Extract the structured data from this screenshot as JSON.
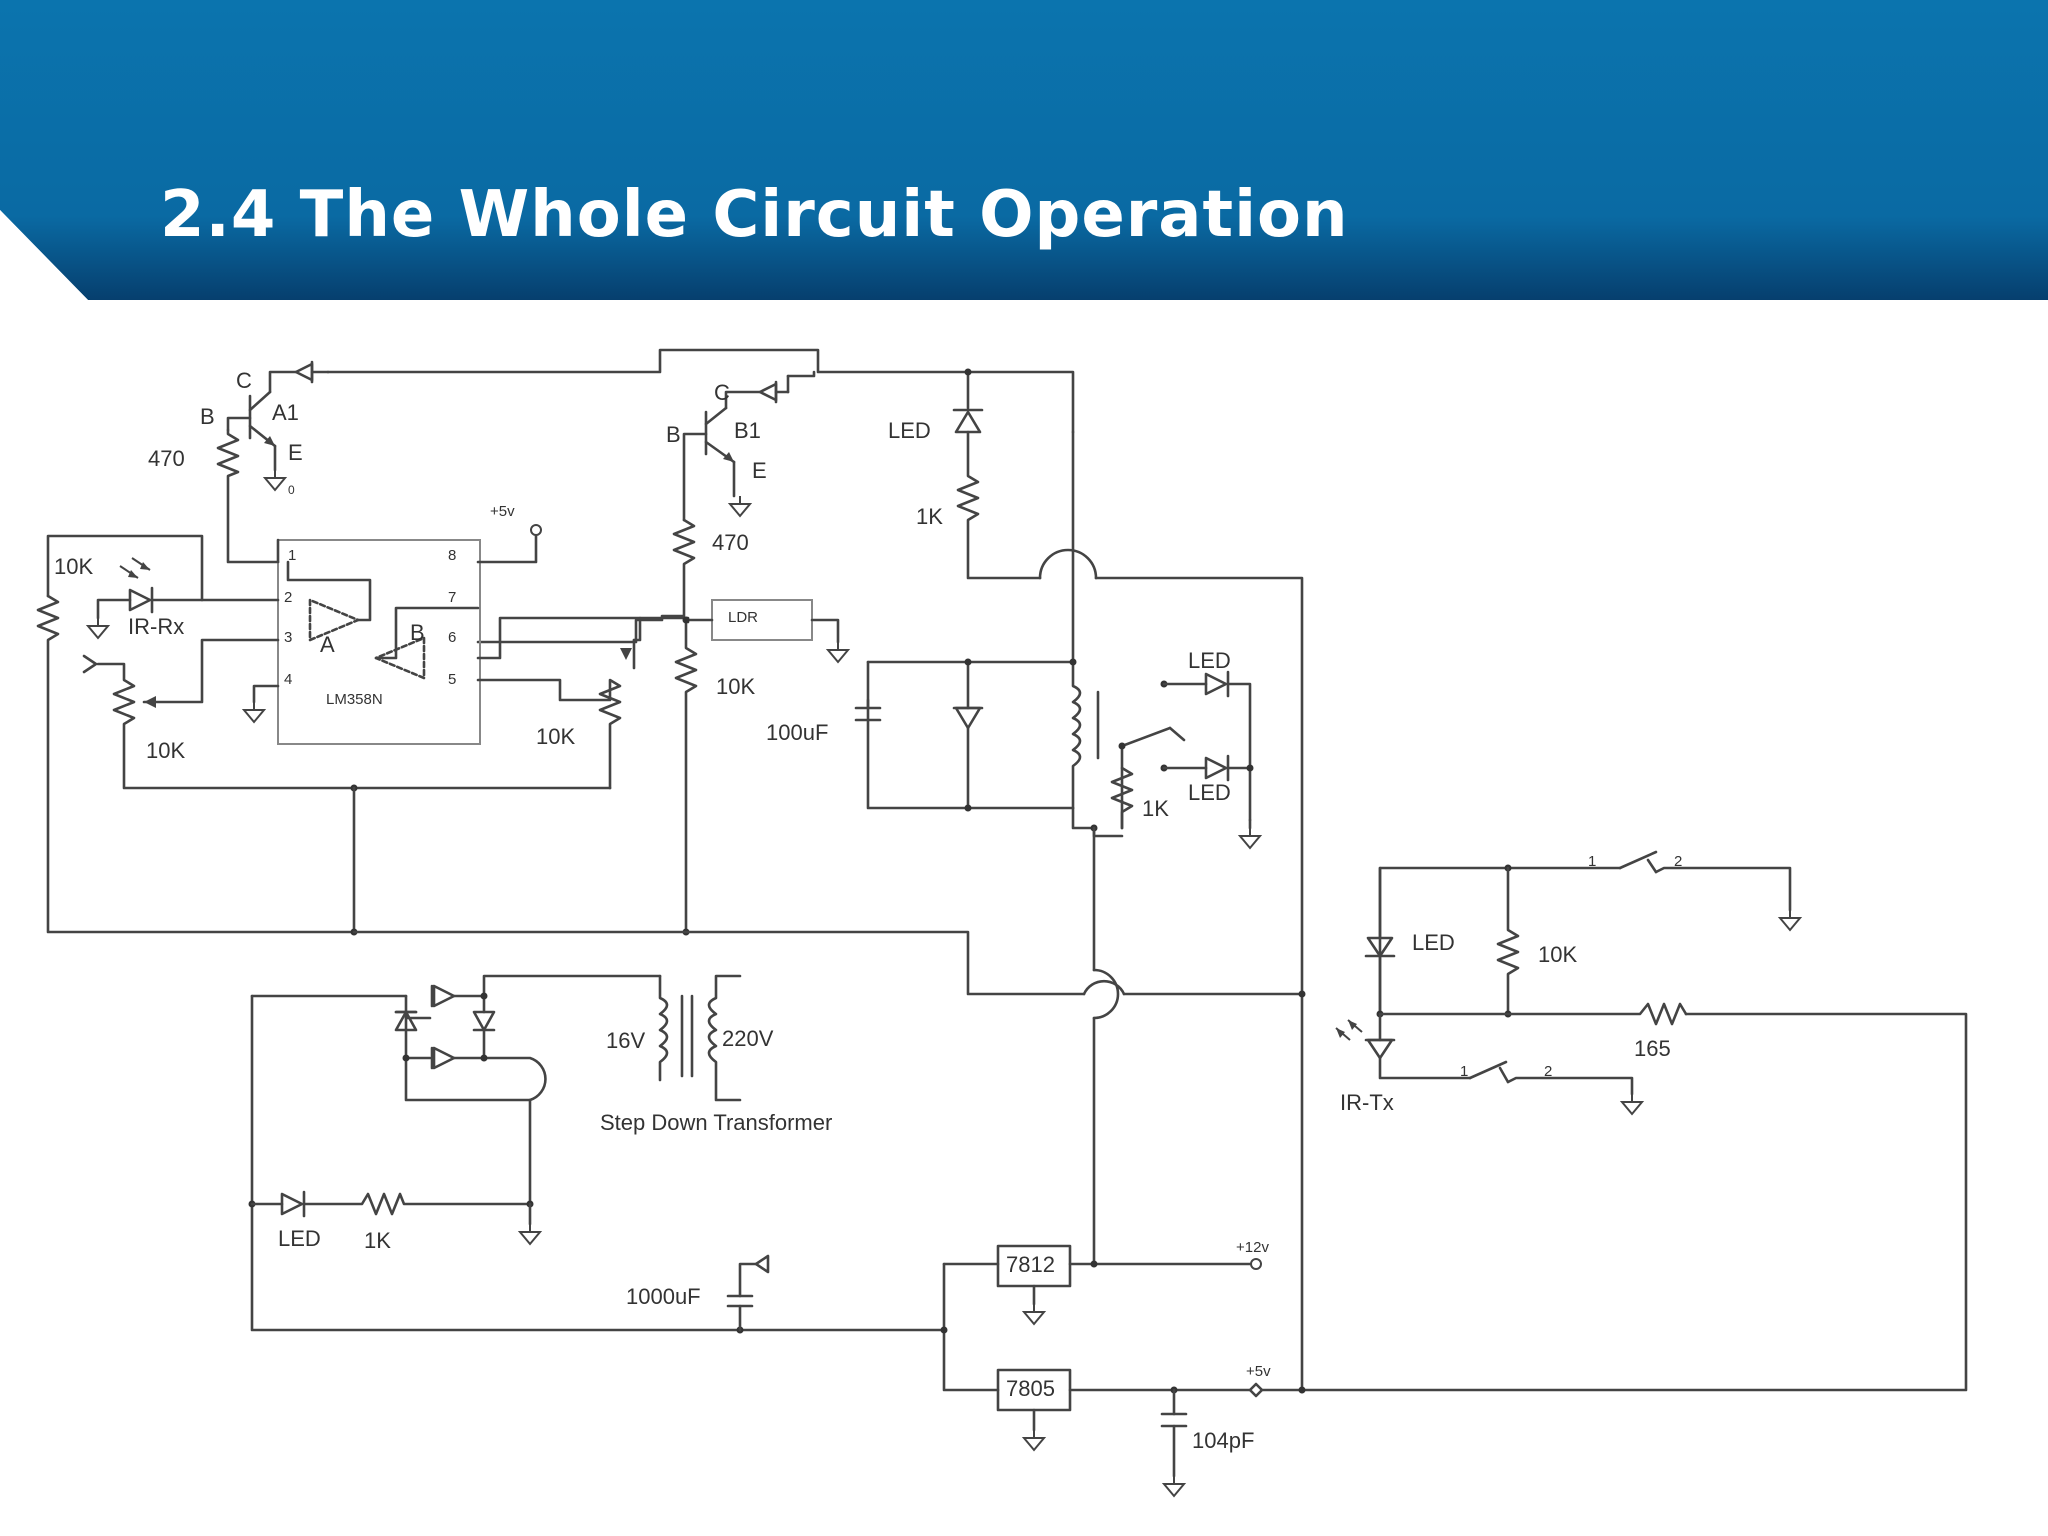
{
  "slide": {
    "title": "2.4 The Whole Circuit Operation",
    "header_color": "#0a6ea8",
    "header_dark": "#0a4a78"
  },
  "diagram": {
    "labels": {
      "A1": "A1",
      "B1": "B1",
      "C_a1": "C",
      "B_a1": "B",
      "E_a1": "E",
      "C_b1": "C",
      "B_b1": "B",
      "E_b1": "E",
      "R470_a": "470",
      "R470_b": "470",
      "led_top": "LED",
      "r1k_top": "1K",
      "r10k_ir": "10K",
      "ir_rx": "IR-Rx",
      "pot10k_left": "10K",
      "pot10k_mid": "10K",
      "opamp_a": "A",
      "opamp_b": "B",
      "ic_name": "LM358N",
      "pin1": "1",
      "pin2": "2",
      "pin3": "3",
      "pin4": "4",
      "pin5": "5",
      "pin6": "6",
      "pin7": "7",
      "pin8": "8",
      "plus5v_top": "+5v",
      "ldr": "LDR",
      "r10k_ldr": "10K",
      "cap100uf": "100uF",
      "led_relay1": "LED",
      "led_relay2": "LED",
      "r1k_relay": "1K",
      "v16": "16V",
      "v220": "220V",
      "transformer": "Step Down Transformer",
      "led_psu": "LED",
      "r1k_psu": "1K",
      "cap1000uf": "1000uF",
      "reg7812": "7812",
      "reg7805": "7805",
      "plus12v": "+12v",
      "plus5v_bot": "+5v",
      "cap104pf": "104pF",
      "led_tx": "LED",
      "r10k_tx": "10K",
      "r165": "165",
      "ir_tx": "IR-Tx",
      "sw1_a": "1",
      "sw1_b": "2",
      "sw2_a": "1",
      "sw2_b": "2",
      "gnd0": "0"
    }
  }
}
